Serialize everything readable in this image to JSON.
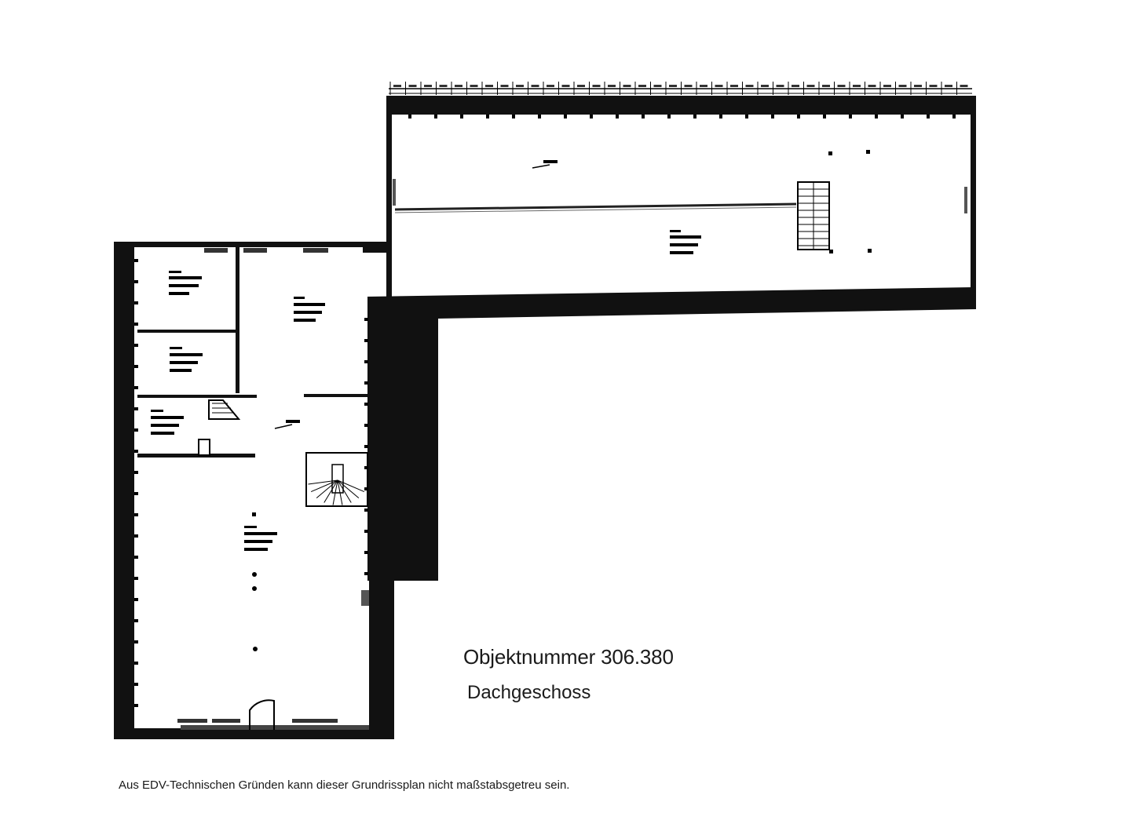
{
  "plan": {
    "object_number": "Objektnummer 306.380",
    "floor_name": "Dachgeschoss",
    "disclaimer": "Aus EDV-Technischen Gründen kann dieser Grundrissplan nicht maßstabsgetreu sein."
  }
}
